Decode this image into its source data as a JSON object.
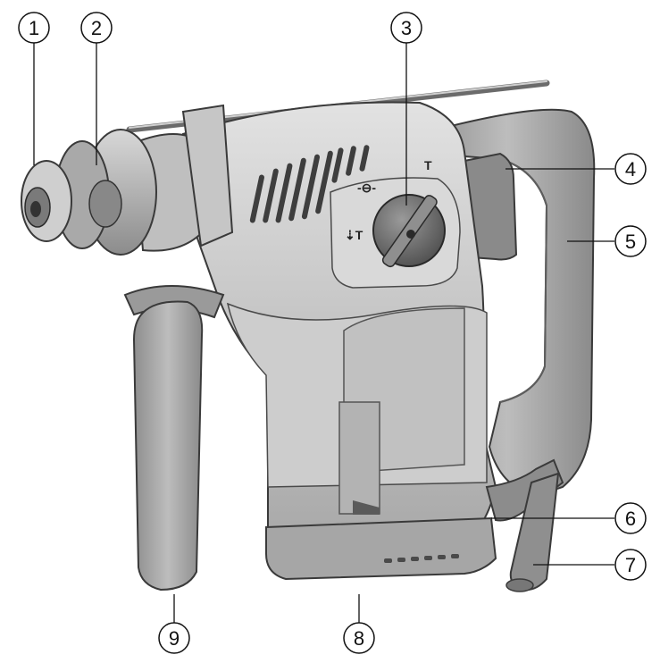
{
  "figure": {
    "subject": "rotary hammer drill",
    "callouts": [
      {
        "number": "1"
      },
      {
        "number": "2"
      },
      {
        "number": "3"
      },
      {
        "number": "4"
      },
      {
        "number": "5"
      },
      {
        "number": "6"
      },
      {
        "number": "7"
      },
      {
        "number": "8"
      },
      {
        "number": "9"
      }
    ],
    "dial_symbols": {
      "hammer_only": "T",
      "drill_only": "-⊖-",
      "hammer_drill": "⇣T"
    },
    "colors": {
      "body_light": "#d6d6d6",
      "body_mid": "#b9b9b9",
      "body_dark": "#8f8f8f",
      "outline": "#3a3a3a",
      "dial": "#6e6e6e"
    }
  }
}
